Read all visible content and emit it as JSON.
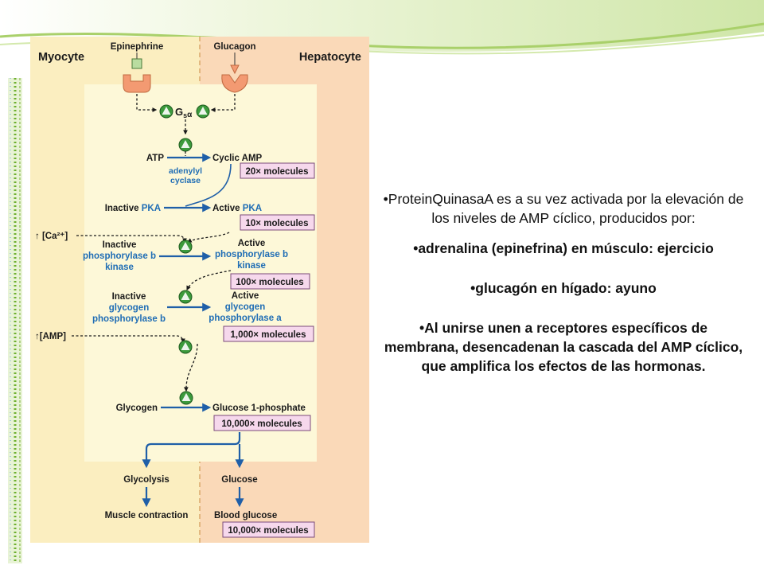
{
  "diagram": {
    "cell_left": "Myocyte",
    "cell_right": "Hepatocyte",
    "hormone_left": "Epinephrine",
    "hormone_right": "Glucagon",
    "gs_main": "G",
    "gs_sub": "s",
    "gs_alpha": "α",
    "atp": "ATP",
    "cyclic_amp": "Cyclic AMP",
    "adenylyl": "adenylyl",
    "cyclase": "cyclase",
    "amp_molecules": "20× molecules",
    "inactive_pka_1": "Inactive ",
    "inactive_pka_2": "PKA",
    "active_pka_1": "Active ",
    "active_pka_2": "PKA",
    "pka_molecules": "10× molecules",
    "ca": "↑ [Ca²⁺]",
    "inact_kinase_1": "Inactive",
    "inact_kinase_2": "phosphorylase b",
    "inact_kinase_3": "kinase",
    "act_kinase_1": "Active",
    "act_kinase_2": "phosphorylase b",
    "act_kinase_3": "kinase",
    "kinase_molecules": "100× molecules",
    "inact_gp_1": "Inactive",
    "inact_gp_2": "glycogen",
    "inact_gp_3": "phosphorylase b",
    "act_gp_1": "Active",
    "act_gp_2": "glycogen",
    "act_gp_3": "phosphorylase a",
    "gp_molecules": "1,000× molecules",
    "amp_reg": "↑[AMP]",
    "glycogen": "Glycogen",
    "g1p": "Glucose 1-phosphate",
    "g1p_molecules": "10,000× molecules",
    "glycolysis": "Glycolysis",
    "glucose": "Glucose",
    "muscle": "Muscle contraction",
    "blood_glucose": "Blood glucose",
    "blood_molecules": "10,000× molecules"
  },
  "text": {
    "p1": "•ProteinQuinasaA es a su vez activada por la elevación de los niveles de AMP cíclico, producidos por:",
    "p2": "•adrenalina (epinefrina) en músculo: ejercicio",
    "p3": "•glucagón en hígado: ayuno",
    "p4": "•Al unirse unen a receptores específicos de membrana, desencadenan la cascada del AMP cíclico, que amplifica los efectos de las hormonas."
  },
  "colors": {
    "myocyte_bg": "#fbeec0",
    "hepatocyte_bg": "#fad9b8",
    "inner_bg": "#fdf8d8",
    "enzyme_green": "#3c9a3c",
    "arrow_blue": "#1f5fa8",
    "molecule_box": "#f6d8ec",
    "slide_green": "#6fb030"
  }
}
